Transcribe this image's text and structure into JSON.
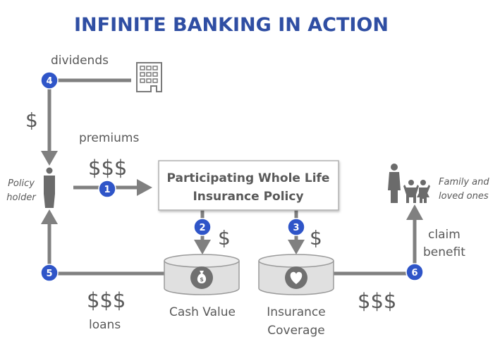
{
  "title": "INFINITE BANKING IN ACTION",
  "colors": {
    "title": "#2f4ea3",
    "badge": "#2f55c8",
    "flow": "#808080",
    "text": "#595959"
  },
  "labels": {
    "dividends": "dividends",
    "dividend_amount": "$",
    "premiums": "premiums",
    "premium_amount": "$$$",
    "policy_holder_1": "Policy",
    "policy_holder_2": "holder",
    "policy_line1": "Participating Whole Life",
    "policy_line2": "Insurance Policy",
    "cash_value_amount": "$",
    "coverage_amount": "$",
    "cash_value": "Cash Value",
    "coverage_1": "Insurance",
    "coverage_2": "Coverage",
    "loans_amount": "$$$",
    "loans": "loans",
    "claim_amount": "$$$",
    "claim_1": "claim",
    "claim_2": "benefit",
    "family_1": "Family and",
    "family_2": "loved ones"
  },
  "steps": [
    "1",
    "2",
    "3",
    "4",
    "5",
    "6"
  ],
  "icons": [
    "building-icon",
    "person-icon",
    "family-icon",
    "money-bag-icon",
    "heart-icon"
  ]
}
